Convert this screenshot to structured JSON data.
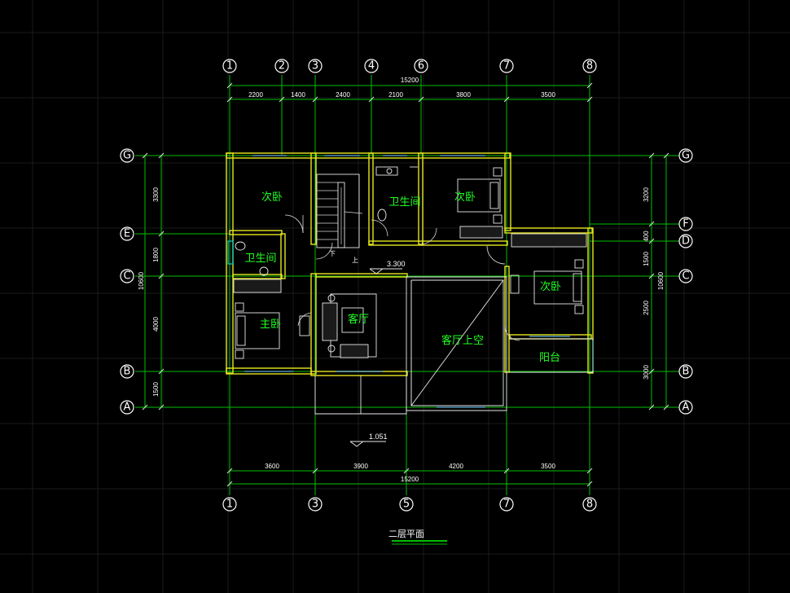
{
  "plan": {
    "title": "二层平面",
    "elevations": [
      "3.300",
      "1.051"
    ],
    "stair_labels": [
      "下",
      "上"
    ]
  },
  "axes": {
    "vertical_top": [
      "1",
      "2",
      "3",
      "4",
      "6",
      "7",
      "8"
    ],
    "vertical_bottom": [
      "1",
      "3",
      "5",
      "7",
      "8"
    ],
    "horizontal_left": [
      "G",
      "E",
      "C",
      "B",
      "A"
    ],
    "horizontal_right": [
      "G",
      "F",
      "D",
      "C",
      "B",
      "A"
    ]
  },
  "dimensions": {
    "top_total": "15200",
    "top_segments": [
      "2200",
      "1400",
      "2400",
      "2100",
      "3800",
      "3500"
    ],
    "bottom_total": "15200",
    "bottom_segments": [
      "3600",
      "3900",
      "4200",
      "3500"
    ],
    "left_total": "10600",
    "left_segments": [
      "3300",
      "1800",
      "4000",
      "1500"
    ],
    "right_total": "10600",
    "right_segments": [
      "3200",
      "400",
      "1500",
      "2500",
      "3000"
    ]
  },
  "rooms": [
    {
      "label": "次卧"
    },
    {
      "label": "卫生间"
    },
    {
      "label": "次卧"
    },
    {
      "label": "卫生间"
    },
    {
      "label": "次卧"
    },
    {
      "label": "主卧"
    },
    {
      "label": "客厅"
    },
    {
      "label": "客厅上空"
    },
    {
      "label": "阳台"
    }
  ]
}
